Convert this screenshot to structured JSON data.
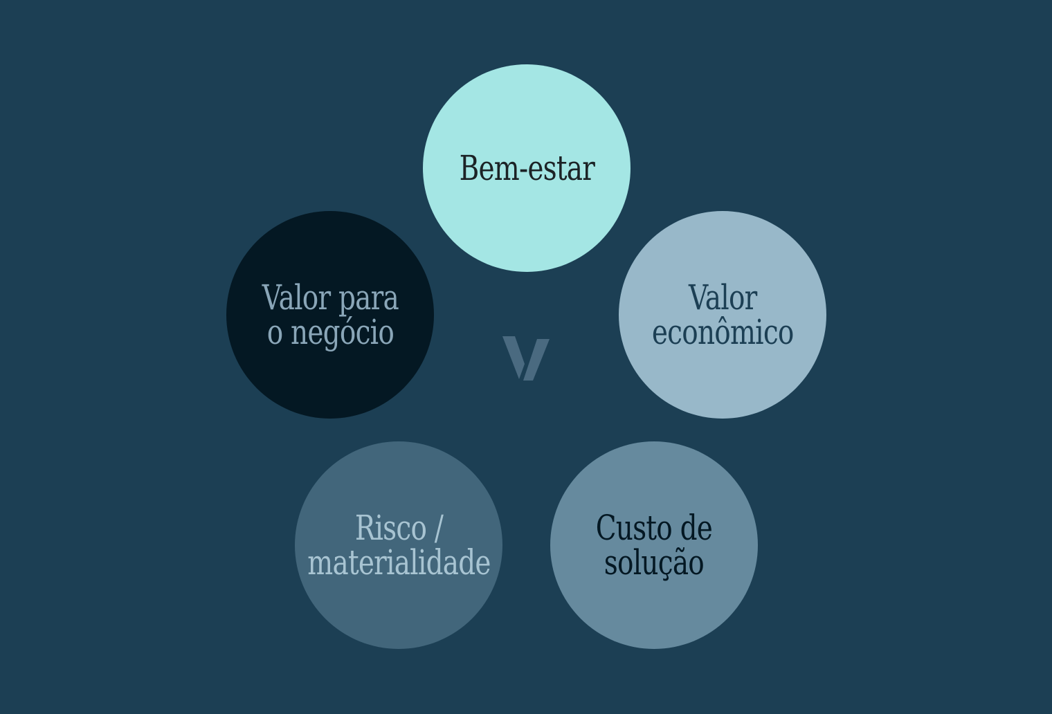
{
  "diagram": {
    "nodes": [
      {
        "id": "c-bem",
        "label": "Bem-estar",
        "fill": "#a4e6e4",
        "text_color": "#1c2326"
      },
      {
        "id": "c-neg",
        "label": "Valor para\no negócio",
        "fill": "#041823",
        "text_color": "#8aa6b8"
      },
      {
        "id": "c-eco",
        "label": "Valor\neconômico",
        "fill": "#98b8c9",
        "text_color": "#1c3f54"
      },
      {
        "id": "c-risco",
        "label": "Risco /\nmaterialidade",
        "fill": "#42667b",
        "text_color": "#a8c4d2"
      },
      {
        "id": "c-custo",
        "label": "Custo de\nsolução",
        "fill": "#668a9e",
        "text_color": "#041823"
      }
    ]
  },
  "colors": {
    "background": "#1c3f54",
    "logo": "#4a6a80"
  },
  "logo": {
    "icon": "brand-logo-mark"
  }
}
